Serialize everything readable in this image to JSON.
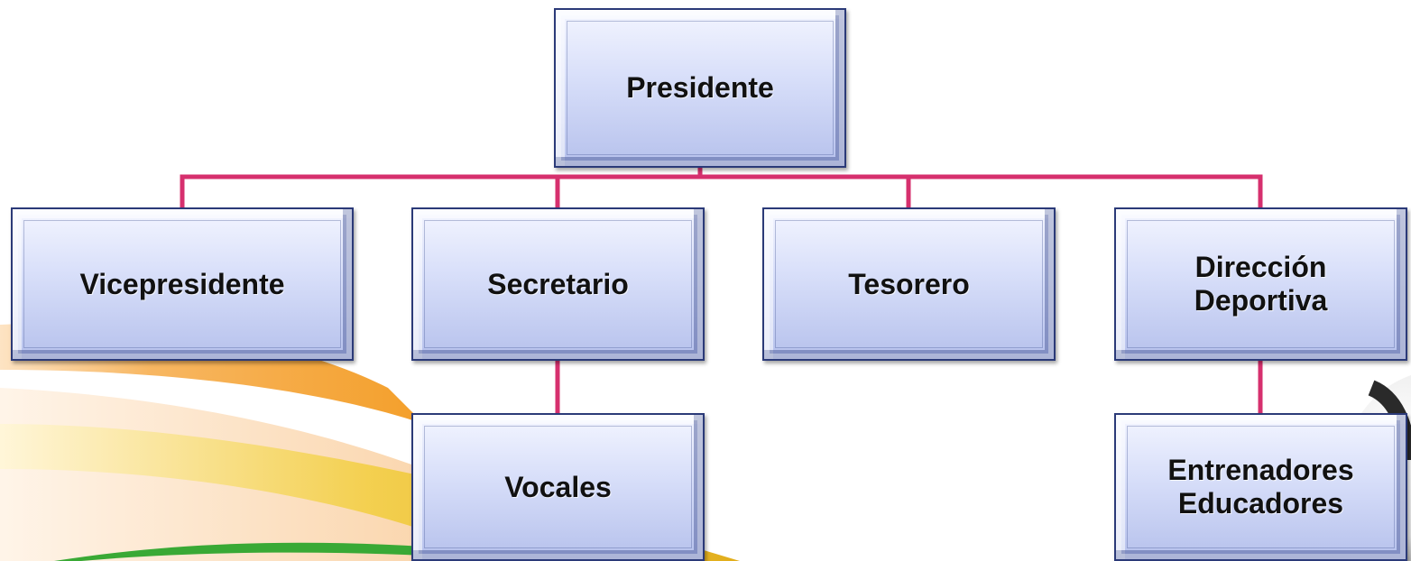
{
  "diagram": {
    "connector_color": "#d6306e",
    "node_border_color": "#2b3a78",
    "nodes": {
      "presidente": "Presidente",
      "vicepresidente": "Vicepresidente",
      "secretario": "Secretario",
      "tesorero": "Tesorero",
      "direccion_deportiva": "Dirección\nDeportiva",
      "vocales": "Vocales",
      "entrenadores_educadores": "Entrenadores\nEducadores"
    }
  },
  "background": {
    "accent_orange": "#f6a623",
    "accent_yellow": "#f0c419",
    "accent_green": "#39a935"
  }
}
